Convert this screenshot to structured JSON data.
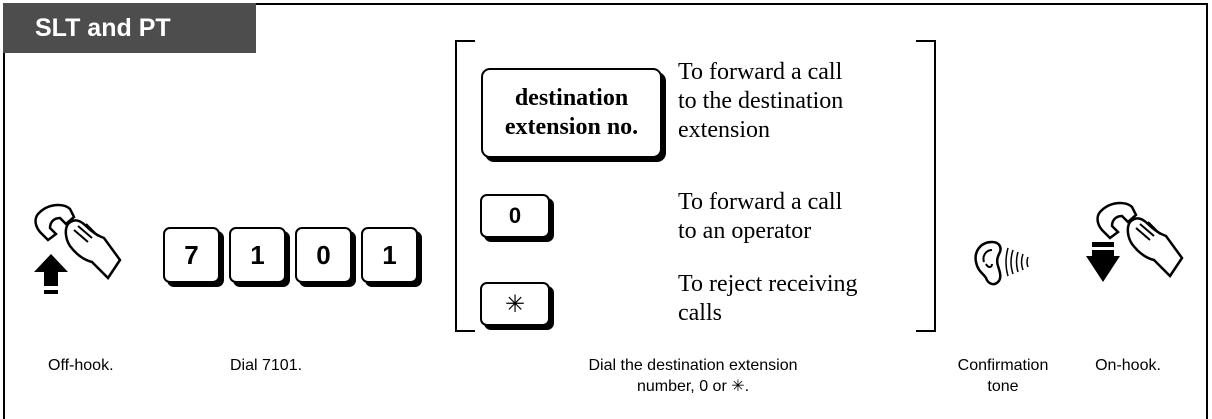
{
  "header": {
    "title": "SLT and PT"
  },
  "keys": {
    "seven": "7",
    "one_a": "1",
    "zero": "0",
    "one_b": "1",
    "operator": "0",
    "star": "✳"
  },
  "destination_key": {
    "line1": "destination",
    "line2": "extension no."
  },
  "options": {
    "destination": [
      "To forward a call",
      "to the destination",
      "extension"
    ],
    "operator": [
      "To forward a call",
      "to an operator"
    ],
    "reject": [
      "To reject receiving",
      "calls"
    ]
  },
  "captions": {
    "off_hook": "Off-hook.",
    "dial": "Dial 7101.",
    "dial_dest_line1": "Dial the destination extension",
    "dial_dest_line2": "number, 0 or ✳.",
    "confirm_line1": "Confirmation",
    "confirm_line2": "tone",
    "on_hook": "On-hook."
  },
  "icons": {
    "off_hook": "handset-lift-icon",
    "confirmation": "ear-tone-icon",
    "on_hook": "handset-replace-icon"
  }
}
